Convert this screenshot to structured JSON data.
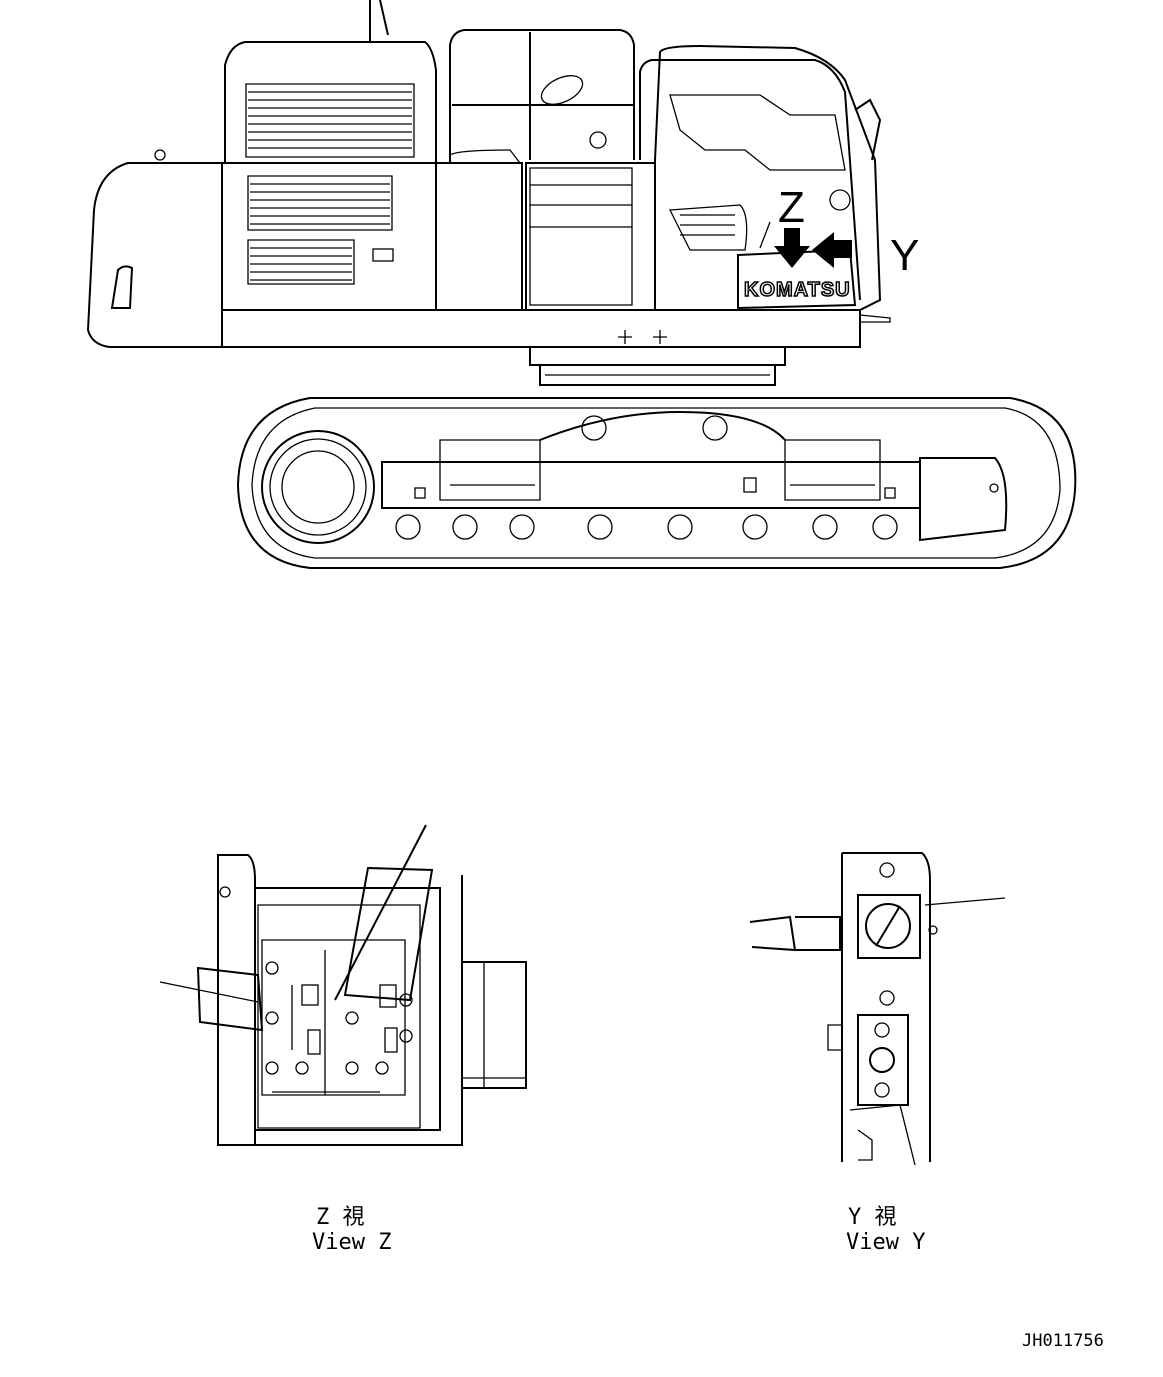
{
  "callouts": {
    "z_letter": "Z",
    "y_letter": "Y",
    "brand": "KOMATSU"
  },
  "views": {
    "z": {
      "jp": "Z 視",
      "en": "View Z"
    },
    "y": {
      "jp": "Y 視",
      "en": "View Y"
    }
  },
  "drawing_number": "JH011756"
}
